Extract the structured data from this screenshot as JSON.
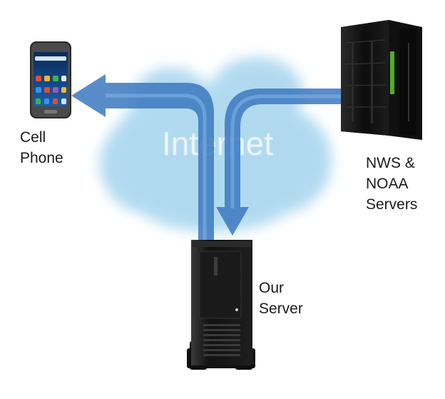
{
  "diagram": {
    "cloud_label": "Internet",
    "nodes": {
      "cell_phone": {
        "label": "Cell\nPhone",
        "icon": "smartphone-icon"
      },
      "nws_noaa": {
        "label": "NWS &\nNOAA\nServers",
        "icon": "server-rack-icon"
      },
      "our_server": {
        "label": "Our\nServer",
        "icon": "tower-server-icon"
      }
    },
    "edges": [
      {
        "from": "our_server",
        "to": "cell_phone",
        "via": "Internet"
      },
      {
        "from": "nws_noaa",
        "to": "our_server",
        "via": "Internet"
      }
    ],
    "colors": {
      "cloud": "#a9d7ef",
      "arrow": "#3b78bf",
      "arrow_light": "#7fb3e3",
      "device_dark": "#141414"
    }
  }
}
